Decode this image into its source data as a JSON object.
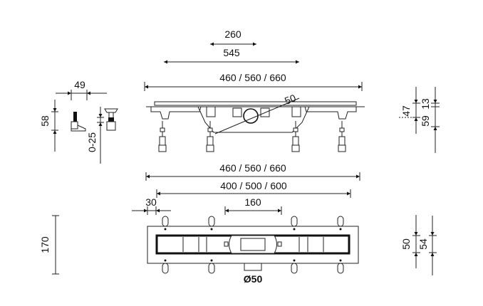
{
  "front_view": {
    "dim_outlet_spacing": "260",
    "dim_feet_spacing": "545",
    "dim_overall_length": "460 / 560 / 660",
    "dim_pipe": "50"
  },
  "side_view": {
    "dim_foot_width": "49",
    "dim_foot_height": "58",
    "dim_adjust_range": "0-25"
  },
  "right_view": {
    "dim_body_height": "47",
    "dim_flange_height": "13",
    "dim_total_height": "59"
  },
  "top_view": {
    "dim_overall_length": "460 / 560 / 660",
    "dim_grate_length": "400 / 500 / 600",
    "dim_edge_offset": "30",
    "dim_center_spacing": "160",
    "dim_outlet_diameter": "Ø50",
    "dim_width": "170",
    "dim_grate_width": "50",
    "dim_channel_width": "54"
  },
  "colors": {
    "line": "#222222",
    "background": "#ffffff"
  }
}
